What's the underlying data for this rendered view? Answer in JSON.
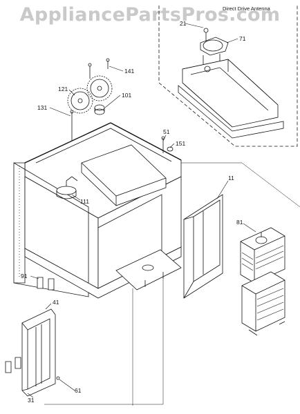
{
  "watermark": "AppliancePartsPros.com",
  "inset_title": "Direct Drive Antenna",
  "callouts": {
    "c21": "21",
    "c71": "71",
    "c141": "141",
    "c121": "121",
    "c101": "101",
    "c131": "131",
    "c51": "51",
    "c151": "151",
    "c11": "11",
    "c111": "111",
    "c81": "81",
    "c91": "91",
    "c41": "41",
    "c61": "61",
    "c31": "31"
  }
}
